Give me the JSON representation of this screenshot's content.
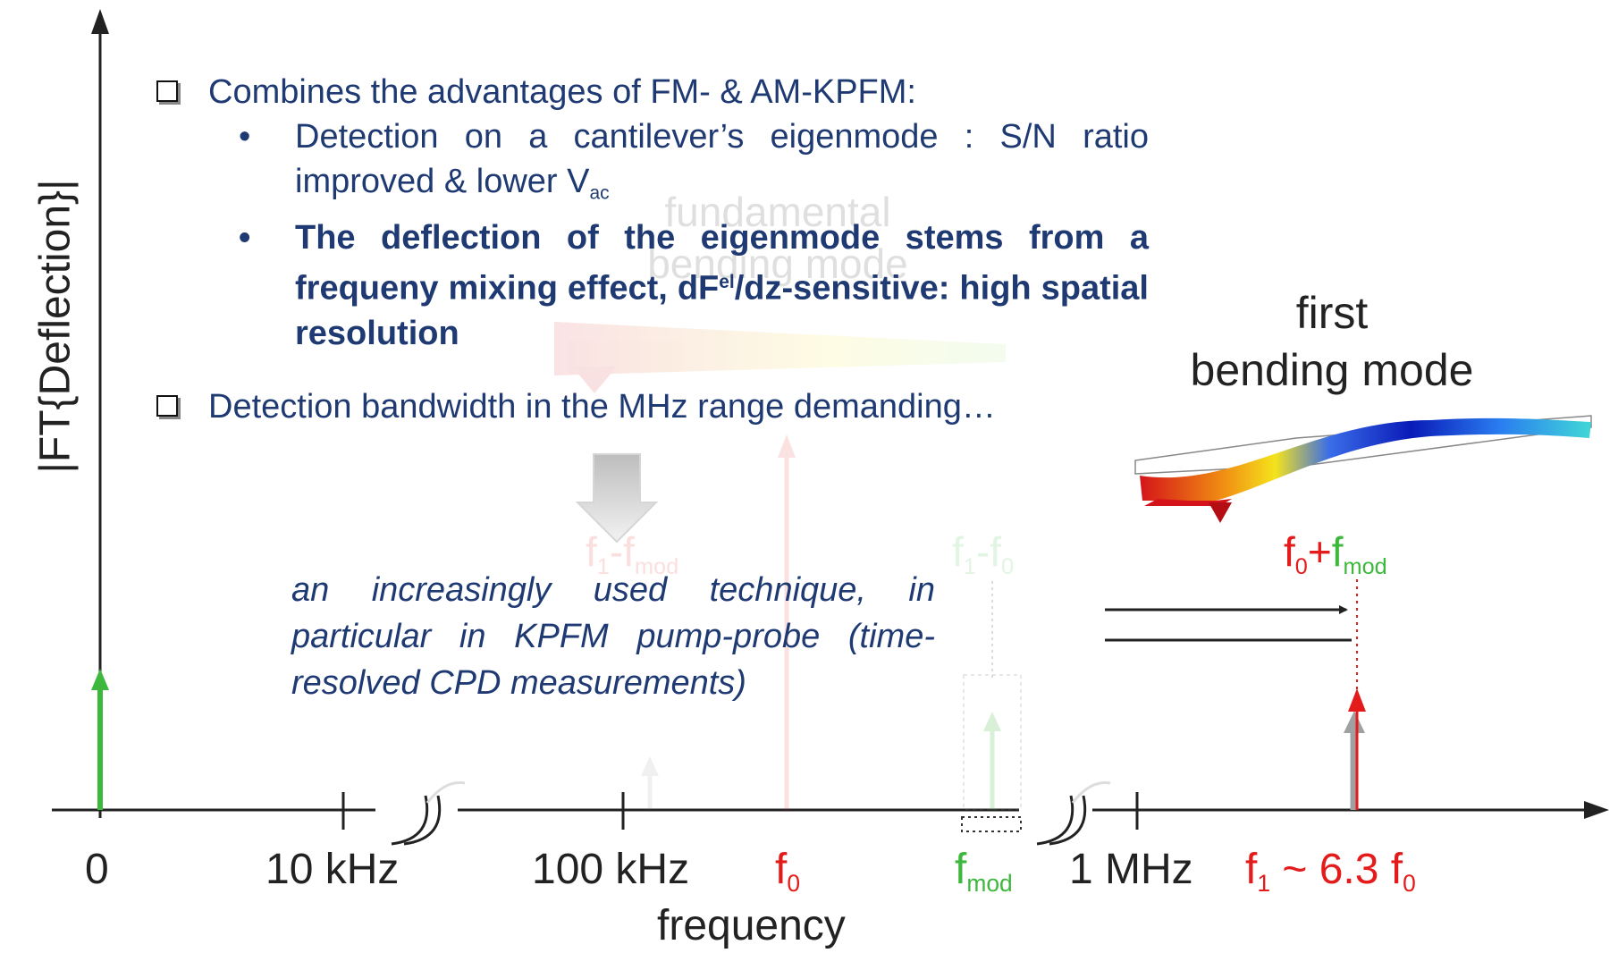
{
  "axes": {
    "y_label": "|FT{Deflection}|",
    "x_label": "frequency",
    "ticks": [
      "0",
      "10 kHz",
      "100 kHz",
      "1 MHz"
    ]
  },
  "peaks": {
    "f0": {
      "base": "f",
      "sub": "0"
    },
    "fmod": {
      "base": "f",
      "sub": "mod"
    },
    "f1": {
      "base": "f",
      "sub1": "1",
      "mid": " ~ 6.3 f",
      "sub2": "0"
    },
    "f0_plus_fmod": {
      "part1": "f",
      "sub1": "0",
      "plus": "+",
      "part2": "f",
      "sub2": "mod"
    },
    "f1_minus_fmod": {
      "base": "f",
      "sub1": "1",
      "mid": "-f",
      "sub2": "mod"
    },
    "f1_minus_f0": {
      "base": "f",
      "sub1": "1",
      "mid": "-f",
      "sub2": "0"
    }
  },
  "mode_label": {
    "line1": "first",
    "line2": "bending mode"
  },
  "faded_mode_label": {
    "line1": "fundamental",
    "line2": "bending mode"
  },
  "bullets": {
    "b1": "Combines the advantages of FM- & AM-KPFM:",
    "b1a_dot": "•",
    "b1a_1": "Detection on a cantilever’s eigenmode : S/N ratio improved & lower V",
    "b1a_sub": "ac",
    "b1b_dot": "•",
    "b1b_1": "The deflection of the eigenmode stems from a frequeny mixing effect, dF",
    "b1b_sup": "el",
    "b1b_2": "/dz-sensitive: high spatial resolution",
    "b2": "Detection bandwidth in the MHz range demanding…"
  },
  "italic_note": "an increasingly used technique, in particular in KPFM pump-probe (time-resolved CPD measurements)",
  "colors": {
    "red": "#e41b1b",
    "green": "#3db83d",
    "gray": "#a0a0a0",
    "text_blue": "#1f3a73",
    "axis": "#222222"
  }
}
